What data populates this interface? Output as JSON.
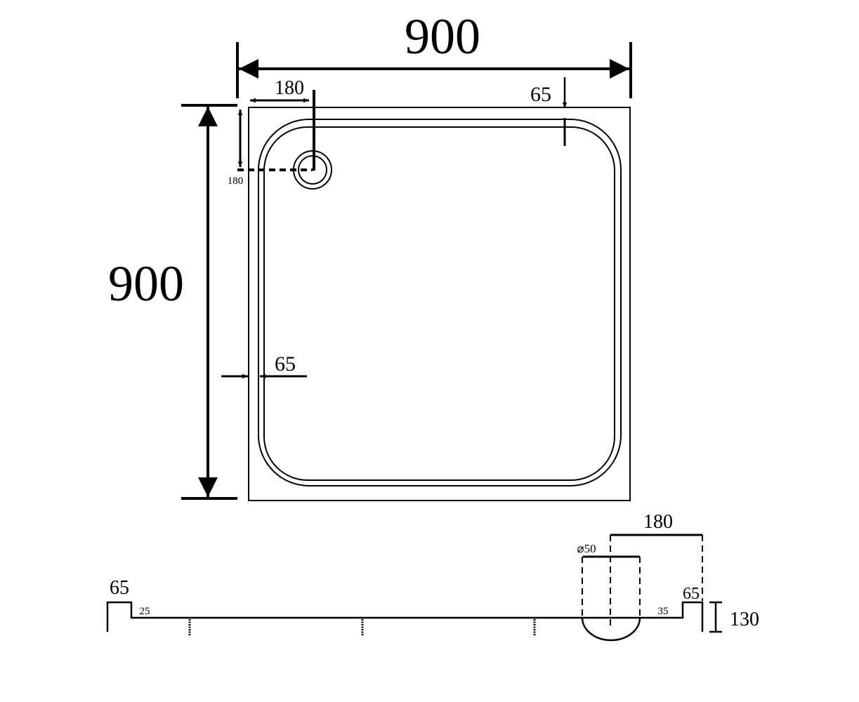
{
  "drawing": {
    "title": "Square shower tray 900x900 dimensions",
    "top_view": {
      "width_label": "900",
      "height_label": "900",
      "drain_offset_x_label": "180",
      "drain_offset_y_label": "180",
      "rim_top_label": "65",
      "rim_side_label": "65"
    },
    "side_view": {
      "left_rim_label": "65",
      "right_rim_label": "65",
      "left_step_label": "25",
      "right_step_label": "35",
      "drain_diameter_label": "⌀50",
      "drain_offset_label": "180",
      "height_label": "130"
    },
    "colors": {
      "line": "#000000",
      "background": "#ffffff"
    }
  }
}
